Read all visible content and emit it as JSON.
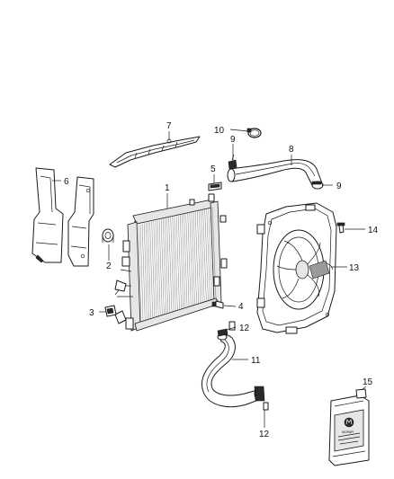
{
  "diagram": {
    "callouts": [
      {
        "id": "1",
        "text": "1"
      },
      {
        "id": "2",
        "text": "2"
      },
      {
        "id": "3",
        "text": "3"
      },
      {
        "id": "4",
        "text": "4"
      },
      {
        "id": "5",
        "text": "5"
      },
      {
        "id": "6",
        "text": "6"
      },
      {
        "id": "7",
        "text": "7"
      },
      {
        "id": "8",
        "text": "8"
      },
      {
        "id": "9a",
        "text": "9"
      },
      {
        "id": "9b",
        "text": "9"
      },
      {
        "id": "10",
        "text": "10"
      },
      {
        "id": "11",
        "text": "11"
      },
      {
        "id": "12a",
        "text": "12"
      },
      {
        "id": "12b",
        "text": "12"
      },
      {
        "id": "13",
        "text": "13"
      },
      {
        "id": "14",
        "text": "14"
      },
      {
        "id": "15",
        "text": "15"
      }
    ],
    "coolant_jug": {
      "brand": "MOPAR"
    }
  }
}
